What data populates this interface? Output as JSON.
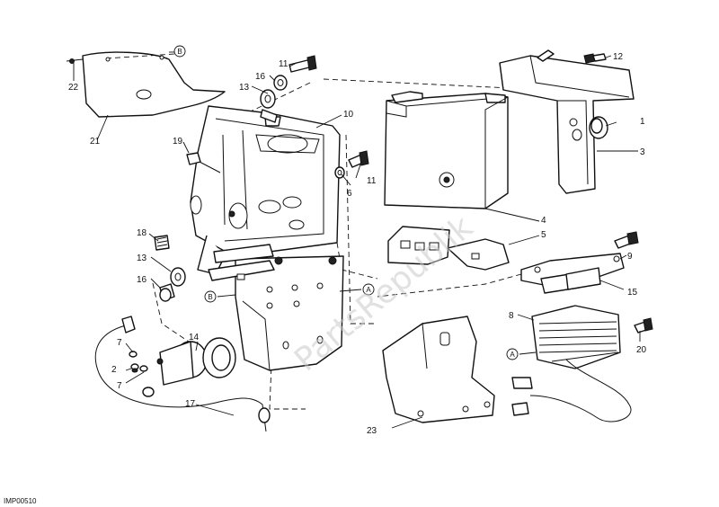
{
  "drawing_code": "IMP00510",
  "watermark": "PartsRepublik",
  "reference_letters": {
    "a": "A",
    "b": "B"
  },
  "callouts": {
    "n1": "1",
    "n2": "2",
    "n3": "3",
    "n4": "4",
    "n5": "5",
    "n6": "6",
    "n7a": "7",
    "n7b": "7",
    "n8": "8",
    "n9": "9",
    "n10": "10",
    "n11a": "11",
    "n11b": "11",
    "n12": "12",
    "n13a": "13",
    "n13b": "13",
    "n14": "14",
    "n15": "15",
    "n16a": "16",
    "n16b": "16",
    "n17": "17",
    "n18": "18",
    "n19": "19",
    "n20": "20",
    "n21": "21",
    "n22": "22",
    "n23": "23"
  }
}
